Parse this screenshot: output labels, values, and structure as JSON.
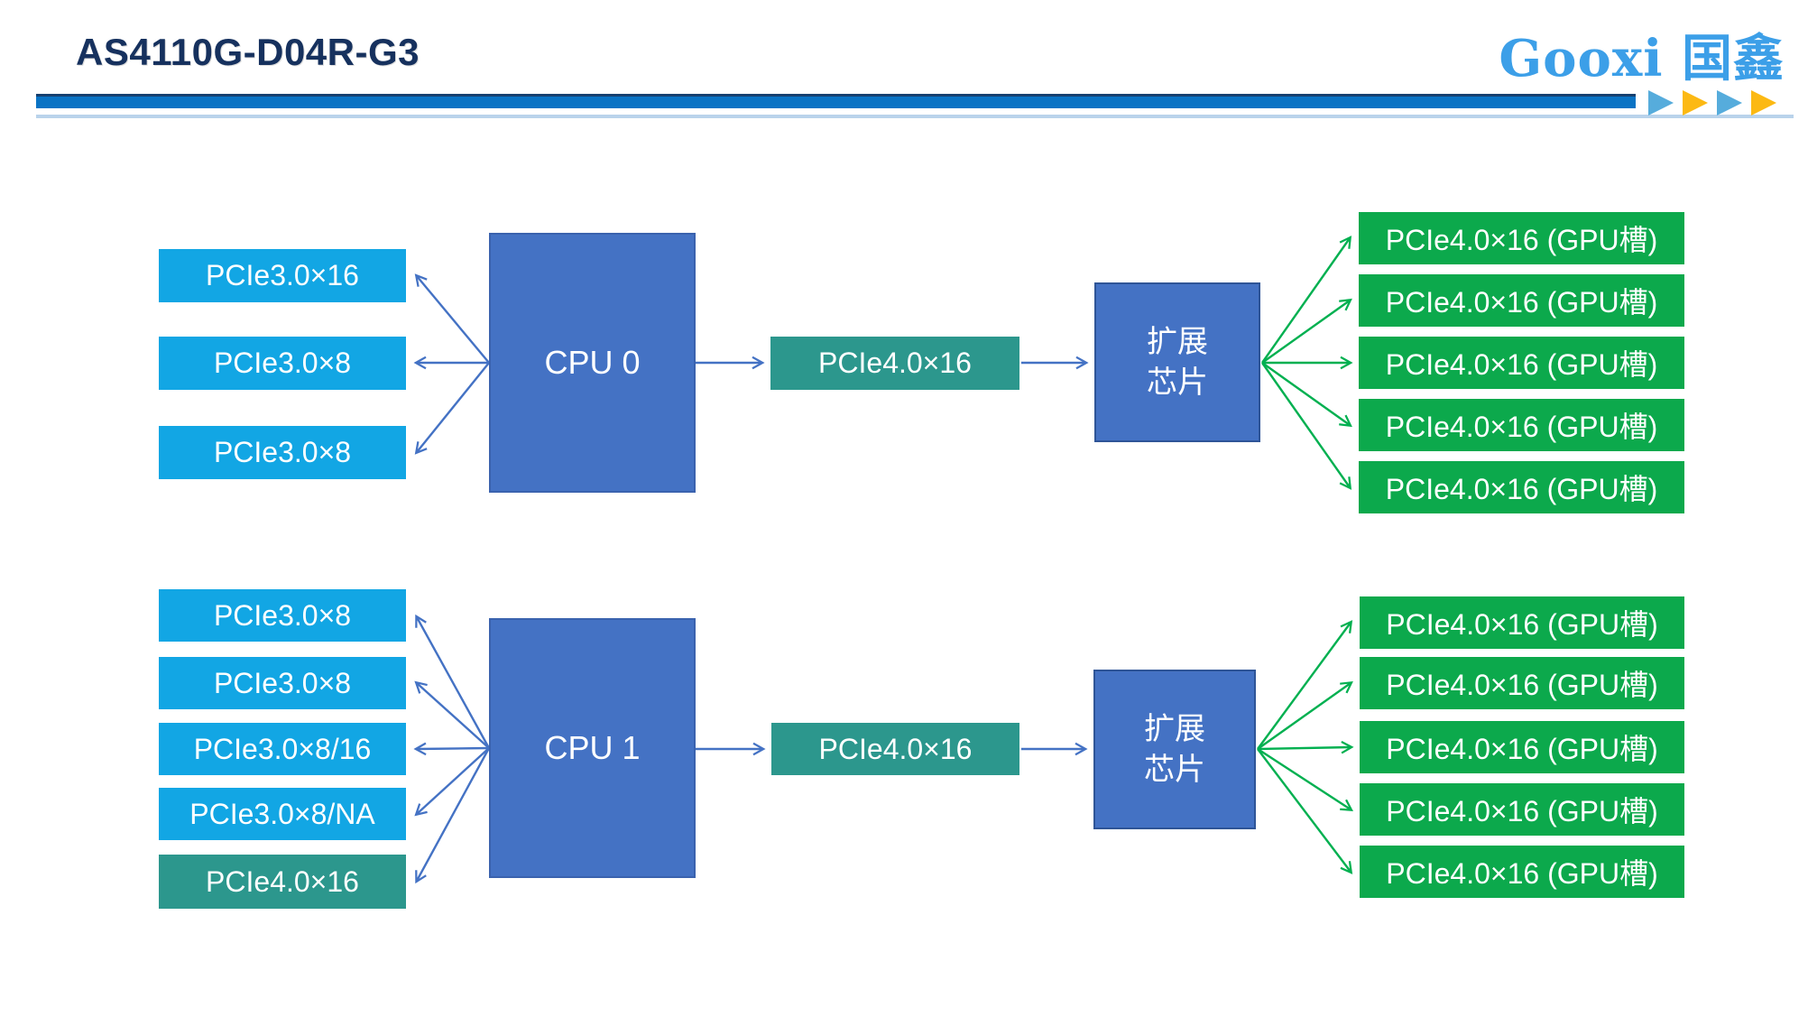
{
  "header": {
    "title": "AS4110G-D04R-G3",
    "logo_text": "Gooxi 国鑫"
  },
  "colors": {
    "title_navy": "#16315E",
    "brand_blue": "#3C9FE8",
    "divider_blue": "#0A73C4",
    "divider_thin_line": "#B9D3EB",
    "triangle_blue": "#56ACDC",
    "triangle_orange": "#FCB913",
    "cpu_box_blue": "#4472C4",
    "slot_light_blue": "#12A6E4",
    "slot_teal": "#2C978D",
    "gpu_slot_green": "#0CA94C",
    "arrow_blue": "#4472C4",
    "arrow_green": "#00B050"
  },
  "diagram": {
    "cpu0_group": {
      "cpu_label": "CPU 0",
      "left_slots": [
        {
          "label": "PCIe3.0×16",
          "type": "pcie3"
        },
        {
          "label": "PCIe3.0×8",
          "type": "pcie3"
        },
        {
          "label": "PCIe3.0×8",
          "type": "pcie3"
        }
      ],
      "link_label": "PCIe4.0×16",
      "expander": {
        "line1": "扩展",
        "line2": "芯片"
      },
      "gpu_slots": [
        "PCIe4.0×16 (GPU槽)",
        "PCIe4.0×16 (GPU槽)",
        "PCIe4.0×16 (GPU槽)",
        "PCIe4.0×16 (GPU槽)",
        "PCIe4.0×16 (GPU槽)"
      ]
    },
    "cpu1_group": {
      "cpu_label": "CPU 1",
      "left_slots": [
        {
          "label": "PCIe3.0×8",
          "type": "pcie3"
        },
        {
          "label": "PCIe3.0×8",
          "type": "pcie3"
        },
        {
          "label": "PCIe3.0×8/16",
          "type": "pcie3"
        },
        {
          "label": "PCIe3.0×8/NA",
          "type": "pcie3"
        },
        {
          "label": "PCIe4.0×16",
          "type": "pcie4"
        }
      ],
      "link_label": "PCIe4.0×16",
      "expander": {
        "line1": "扩展",
        "line2": "芯片"
      },
      "gpu_slots": [
        "PCIe4.0×16 (GPU槽)",
        "PCIe4.0×16 (GPU槽)",
        "PCIe4.0×16 (GPU槽)",
        "PCIe4.0×16 (GPU槽)",
        "PCIe4.0×16 (GPU槽)"
      ]
    }
  }
}
